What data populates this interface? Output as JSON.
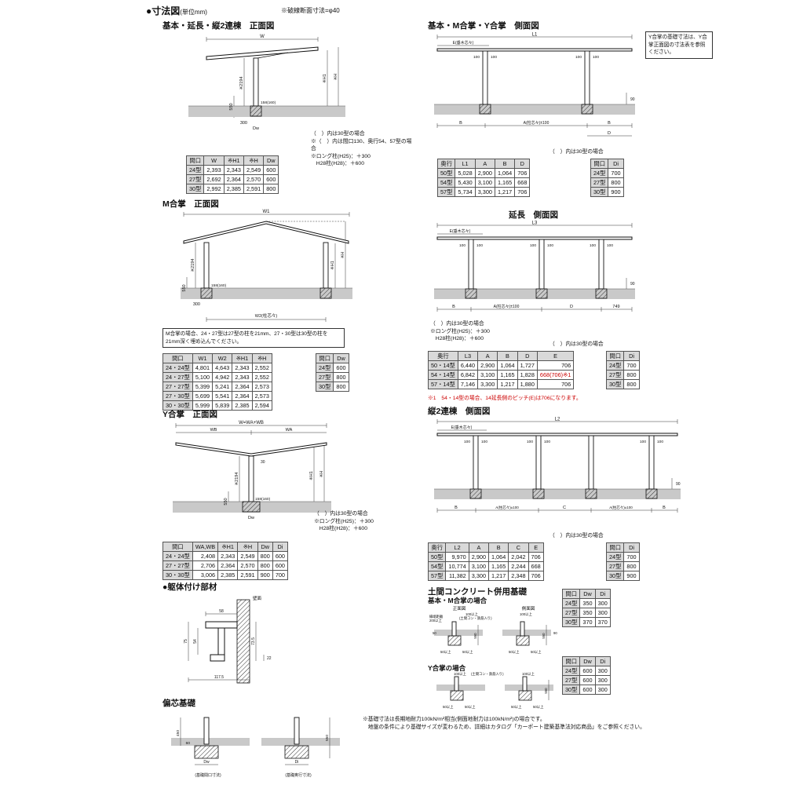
{
  "page": {
    "title": "●寸法図",
    "unit": "(単位mm)",
    "top_note": "※破線断面寸法=φ40"
  },
  "front_basic": {
    "title": "基本・延長・縦2連棟　正面図",
    "dims": {
      "w": "W",
      "h2194": "※2194",
      "embed": "158(160)",
      "d550": "550",
      "d300": "300",
      "dw": "Dw",
      "h1": "※H1",
      "h": "※H"
    },
    "notes": [
      "（　）内は30型の場合",
      "※（　）内は間口130、奥行54、57型の場合",
      "※ロング柱(H25)：＋300",
      "　H28柱(H28)：＋600"
    ],
    "table": {
      "headers": [
        "間口",
        "W",
        "※H1",
        "※H",
        "Dw"
      ],
      "rows": [
        [
          "24型",
          "2,393",
          "2,343",
          "2,549",
          "600"
        ],
        [
          "27型",
          "2,692",
          "2,364",
          "2,570",
          "600"
        ],
        [
          "30型",
          "2,992",
          "2,385",
          "2,591",
          "800"
        ]
      ]
    }
  },
  "m_gassho": {
    "title": "M合掌　正面図",
    "dims": {
      "w1": "W1",
      "w2": "W2(柱芯々)",
      "h2194": "※2194",
      "embed": "158(160)",
      "d550": "550",
      "d300": "300",
      "h1": "※H1",
      "h": "※H"
    },
    "note": "M合掌の場合、24・27型は27型の柱を21mm、27・30型は30型の柱を21mm深く埋め込んでください。",
    "table": {
      "headers": [
        "間口",
        "W1",
        "W2",
        "※H1",
        "※H"
      ],
      "rows": [
        [
          "24・24型",
          "4,801",
          "4,643",
          "2,343",
          "2,552"
        ],
        [
          "24・27型",
          "5,100",
          "4,942",
          "2,343",
          "2,552"
        ],
        [
          "27・27型",
          "5,399",
          "5,241",
          "2,364",
          "2,573"
        ],
        [
          "27・30型",
          "5,699",
          "5,541",
          "2,364",
          "2,573"
        ],
        [
          "30・30型",
          "5,999",
          "5,839",
          "2,385",
          "2,594"
        ]
      ]
    },
    "side_table": {
      "headers": [
        "間口",
        "Dw"
      ],
      "rows": [
        [
          "24型",
          "600"
        ],
        [
          "27型",
          "800"
        ],
        [
          "30型",
          "800"
        ]
      ]
    }
  },
  "y_gassho": {
    "title": "Y合掌　正面図",
    "dims": {
      "w": "W=WA+WB",
      "wb": "WB",
      "wa": "WA",
      "d30": "30",
      "h2194": "※2194",
      "embed": "158(160)",
      "d550": "550",
      "dw": "Dw",
      "h1": "※H1",
      "h": "※H"
    },
    "notes": [
      "（　）内は30型の場合",
      "※ロング柱(H25)：＋300",
      "　H28柱(H28)：＋600"
    ],
    "table": {
      "headers": [
        "間口",
        "WA,WB",
        "※H1",
        "※H",
        "Dw",
        "Di"
      ],
      "rows": [
        [
          "24・24型",
          "2,408",
          "2,343",
          "2,549",
          "800",
          "600"
        ],
        [
          "27・27型",
          "2,706",
          "2,364",
          "2,570",
          "800",
          "600"
        ],
        [
          "30・30型",
          "3,006",
          "2,385",
          "2,591",
          "900",
          "700"
        ]
      ]
    }
  },
  "side_basic": {
    "title": "基本・M合掌・Y合掌　側面図",
    "note_box": "Y合掌の基礎寸法は、Y合掌正面図の寸法表を参照ください。",
    "dims": {
      "l1": "L1",
      "e": "E(垂木芯々)",
      "p100": "100",
      "d90": "90",
      "b": "B",
      "a": "A(柱芯々)±100",
      "d": "D"
    },
    "note": "（　）内は30型の場合",
    "table": {
      "headers": [
        "奥行",
        "L1",
        "A",
        "B",
        "D"
      ],
      "rows": [
        [
          "50型",
          "5,028",
          "2,900",
          "1,064",
          "706"
        ],
        [
          "54型",
          "5,430",
          "3,100",
          "1,165",
          "668"
        ],
        [
          "57型",
          "5,734",
          "3,300",
          "1,217",
          "706"
        ]
      ]
    },
    "side_table": {
      "headers": [
        "間口",
        "Di"
      ],
      "rows": [
        [
          "24型",
          "700"
        ],
        [
          "27型",
          "800"
        ],
        [
          "30型",
          "900"
        ]
      ]
    }
  },
  "ext_side": {
    "title": "延長　側面図",
    "dims": {
      "l3": "L3",
      "e": "E(垂木芯々)",
      "p100": "100",
      "d90": "90",
      "b": "B",
      "a": "A(柱芯々)±100",
      "d": "D",
      "d749": "749"
    },
    "notes": [
      "（　）内は30型の場合",
      "※ロング柱(H25)：＋300",
      "　H28柱(H28)：＋600"
    ],
    "note2": "（　）内は30型の場合",
    "table": {
      "headers": [
        "奥行",
        "L3",
        "A",
        "B",
        "D",
        "E"
      ],
      "rows": [
        [
          "50・14型",
          "6,440",
          "2,900",
          "1,064",
          "1,727",
          "706"
        ],
        [
          "54・14型",
          "6,842",
          "3,100",
          "1,165",
          "1,828",
          "668(706)※1"
        ],
        [
          "57・14型",
          "7,146",
          "3,300",
          "1,217",
          "1,880",
          "706"
        ]
      ]
    },
    "side_table": {
      "headers": [
        "間口",
        "Di"
      ],
      "rows": [
        [
          "24型",
          "700"
        ],
        [
          "27型",
          "800"
        ],
        [
          "30型",
          "800"
        ]
      ]
    },
    "red_note": "※1　54・14型の場合、14延長側のピッチ(E)は706になります。"
  },
  "tandem_side": {
    "title": "縦2連棟　側面図",
    "dims": {
      "l2": "L2",
      "e": "E(垂木芯々)",
      "p100": "100",
      "d90": "90",
      "b": "B",
      "a": "A(柱芯々)±100",
      "c": "C"
    },
    "note": "（　）内は30型の場合",
    "table": {
      "headers": [
        "奥行",
        "L2",
        "A",
        "B",
        "C",
        "E"
      ],
      "rows": [
        [
          "50型",
          "9,970",
          "2,900",
          "1,064",
          "2,042",
          "706"
        ],
        [
          "54型",
          "10,774",
          "3,100",
          "1,165",
          "2,244",
          "668"
        ],
        [
          "57型",
          "11,382",
          "3,300",
          "1,217",
          "2,348",
          "706"
        ]
      ]
    },
    "side_table": {
      "headers": [
        "間口",
        "Di"
      ],
      "rows": [
        [
          "24型",
          "700"
        ],
        [
          "27型",
          "800"
        ],
        [
          "30型",
          "900"
        ]
      ]
    }
  },
  "doma": {
    "title": "土間コンクリート併用基礎",
    "sub1": "基本・M合掌の場合",
    "sub2": "Y合掌の場合",
    "labels": {
      "front": "正面図",
      "side": "側面図",
      "edge1": "縁端距離",
      "edge2": "200以上",
      "rebar": "(土間コン・鉄筋入り)",
      "min100": "100以上",
      "min50": "50以上",
      "d550": "550",
      "d50": "50",
      "d90": "90"
    },
    "table1": {
      "headers": [
        "間口",
        "Dw",
        "Di"
      ],
      "rows": [
        [
          "24型",
          "350",
          "300"
        ],
        [
          "27型",
          "350",
          "300"
        ],
        [
          "30型",
          "370",
          "370"
        ]
      ]
    },
    "table2": {
      "headers": [
        "間口",
        "Dw",
        "Di"
      ],
      "rows": [
        [
          "24型",
          "600",
          "300"
        ],
        [
          "27型",
          "600",
          "300"
        ],
        [
          "30型",
          "600",
          "300"
        ]
      ]
    }
  },
  "kutai": {
    "title": "●躯体付け部材",
    "labels": {
      "wall": "壁面",
      "d58": "58",
      "d735": "73.5",
      "d22": "22",
      "d75": "75",
      "d54": "54",
      "d1175": "117.5"
    }
  },
  "henshin": {
    "title": "偏芯基礎",
    "labels": {
      "d450": "450",
      "d60": "60",
      "d550": "550",
      "dw": "Dw",
      "di": "Di",
      "cap1": "(基礎間口寸法)",
      "cap2": "(基礎奥行寸法)"
    }
  },
  "bottom_note": {
    "line1": "※基礎寸法は長期地耐力100kN/m²相当(側面地耐力は100kN/m²)の場合です。",
    "line2": "　地盤の条件により基礎サイズが変わるため、詳細はカタログ「カーポート建築基準法対応商品」をご参照ください。"
  }
}
